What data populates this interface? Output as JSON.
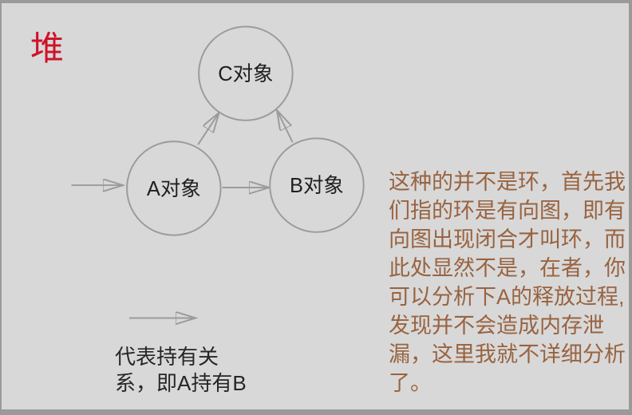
{
  "page": {
    "title": "堆",
    "title_color": "#cd1228",
    "background_color": "#d8d8d8",
    "border_color": "#9a9a9a"
  },
  "diagram": {
    "stroke_color": "#9b9b9b",
    "node_text_color": "#1f1f1f",
    "nodes": [
      {
        "id": "C",
        "label": "C对象"
      },
      {
        "id": "A",
        "label": "A对象"
      },
      {
        "id": "B",
        "label": "B对象"
      }
    ],
    "edges": [
      {
        "from": "external",
        "to": "A",
        "style": "open-arrow"
      },
      {
        "from": "A",
        "to": "B",
        "style": "open-arrow"
      },
      {
        "from": "A",
        "to": "C",
        "style": "open-arrow"
      },
      {
        "from": "B",
        "to": "C",
        "style": "open-arrow"
      }
    ]
  },
  "legend": {
    "symbol": "open-arrow",
    "lines": [
      "代表持有关",
      "系，即A持有B"
    ]
  },
  "note": {
    "text_color": "#996340",
    "lines": [
      "这种的并不是环，首先我",
      "们指的环是有向图，即有",
      "向图出现闭合才叫环，而",
      "此处显然不是，在者，你",
      "可以分析下A的释放过程,",
      "发现并不会造成内存泄",
      "漏，这里我就不详细分析",
      "了。"
    ]
  }
}
